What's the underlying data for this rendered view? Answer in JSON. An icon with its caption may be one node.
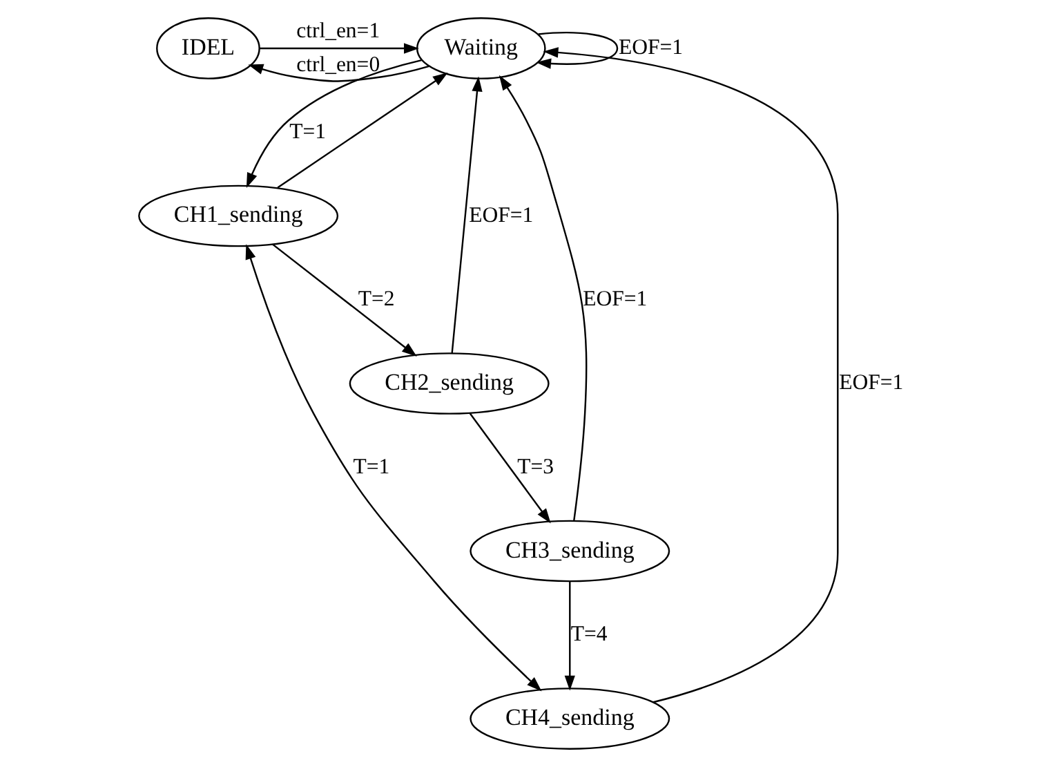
{
  "diagram": {
    "nodes": [
      {
        "text": [
          "IDEL"
        ]
      },
      {
        "text": [
          "Waiting"
        ]
      },
      {
        "text": [
          "CH1_sending"
        ]
      },
      {
        "text": [
          "CH2_sending"
        ]
      },
      {
        "text": [
          "CH3_sending"
        ]
      },
      {
        "text": [
          "CH4_sending"
        ]
      }
    ],
    "edges": [
      {
        "from": 0,
        "to": 1,
        "arrow": "to",
        "label": "ctrl_en=1"
      },
      {
        "from": 1,
        "to": 0,
        "arrow": "to",
        "label": "ctrl_en=0"
      },
      {
        "from": 1,
        "to": 1,
        "arrow": "to",
        "label": "EOF=1"
      },
      {
        "from": 1,
        "to": 2,
        "arrow": "to",
        "label": "T=1"
      },
      {
        "from": 2,
        "to": 1,
        "arrow": "to"
      },
      {
        "from": 2,
        "to": 3,
        "arrow": "to",
        "label": "T=2"
      },
      {
        "from": 3,
        "to": 4,
        "arrow": "to",
        "label": "T=3"
      },
      {
        "from": 4,
        "to": 5,
        "arrow": "to",
        "label": "T=4"
      },
      {
        "from": 3,
        "to": 1,
        "arrow": "to",
        "label": "EOF=1"
      },
      {
        "from": 4,
        "to": 1,
        "arrow": "to",
        "label": "EOF=1"
      },
      {
        "from": 5,
        "to": 1,
        "arrow": "to",
        "label": "EOF=1"
      },
      {
        "from": 5,
        "to": 2,
        "arrow": "both",
        "label": "T=1"
      }
    ]
  }
}
